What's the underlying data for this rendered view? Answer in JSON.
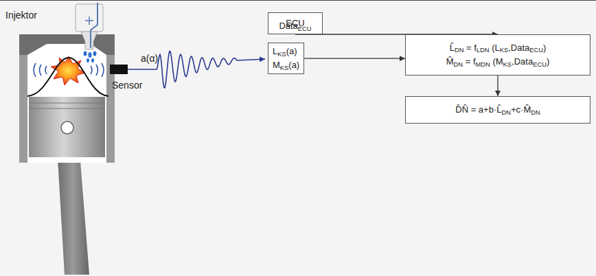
{
  "diagram": {
    "nodes": [
      {
        "text": [
          "ECU"
        ]
      },
      {
        "text": [
          "LKS(a)",
          "MKS(a)"
        ]
      },
      {
        "text": [
          "L̂DN = fLDN (LKS,DataECU)",
          "M̂DN = fMDN (MKS,DataECU)"
        ]
      },
      {
        "text": [
          "D̂N̂ = a+b·L̂DN+c·M̂DN"
        ]
      }
    ],
    "edges": [
      {
        "from": 0,
        "to": 2,
        "arrow": "to",
        "label": "DataECU"
      },
      {
        "from": 1,
        "to": 2,
        "arrow": "to"
      },
      {
        "from": 2,
        "to": 3,
        "arrow": "to"
      }
    ],
    "labels": [
      "Injektor",
      "Sensor",
      "a(α)"
    ]
  }
}
